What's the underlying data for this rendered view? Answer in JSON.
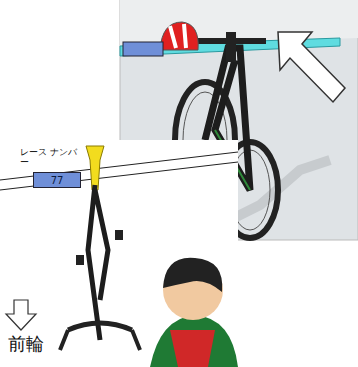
{
  "diagram": {
    "nodes": [
      {
        "text": [
          "77"
        ]
      }
    ],
    "labels": [
      "レース ナンバー",
      "前輪"
    ]
  }
}
